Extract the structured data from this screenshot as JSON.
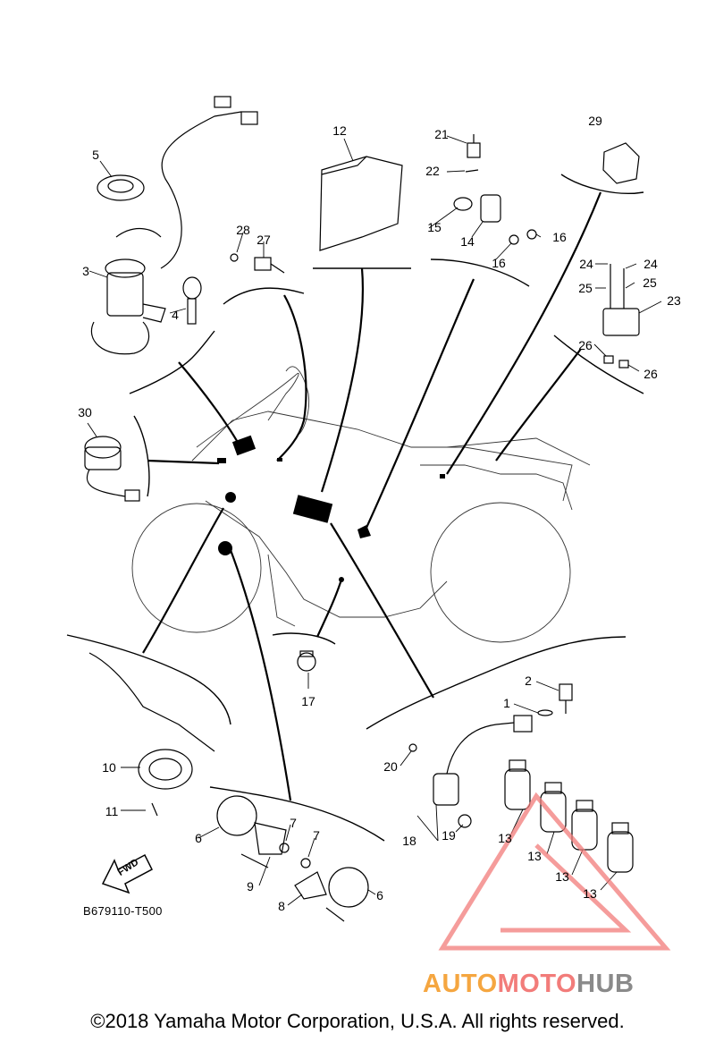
{
  "diagram_code": "B679110-T500",
  "copyright": "©2018 Yamaha Motor Corporation, U.S.A. All rights reserved.",
  "fwd_label": "FWD",
  "watermark": {
    "part1": "AUTO",
    "part2": "MOTO",
    "part3": "HUB"
  },
  "colors": {
    "line": "#000000",
    "watermark_orange": "#f5a640",
    "watermark_red": "#f27c7a",
    "watermark_grey": "#8a8a8a"
  },
  "callouts": [
    {
      "id": "c1",
      "text": "1"
    },
    {
      "id": "c2",
      "text": "2"
    },
    {
      "id": "c3",
      "text": "3"
    },
    {
      "id": "c4",
      "text": "4"
    },
    {
      "id": "c5",
      "text": "5"
    },
    {
      "id": "c6a",
      "text": "6"
    },
    {
      "id": "c6b",
      "text": "6"
    },
    {
      "id": "c7a",
      "text": "7"
    },
    {
      "id": "c7b",
      "text": "7"
    },
    {
      "id": "c8",
      "text": "8"
    },
    {
      "id": "c9",
      "text": "9"
    },
    {
      "id": "c10",
      "text": "10"
    },
    {
      "id": "c11",
      "text": "11"
    },
    {
      "id": "c12",
      "text": "12"
    },
    {
      "id": "c13a",
      "text": "13"
    },
    {
      "id": "c13b",
      "text": "13"
    },
    {
      "id": "c13c",
      "text": "13"
    },
    {
      "id": "c13d",
      "text": "13"
    },
    {
      "id": "c14",
      "text": "14"
    },
    {
      "id": "c15",
      "text": "15"
    },
    {
      "id": "c16a",
      "text": "16"
    },
    {
      "id": "c16b",
      "text": "16"
    },
    {
      "id": "c17",
      "text": "17"
    },
    {
      "id": "c18",
      "text": "18"
    },
    {
      "id": "c19",
      "text": "19"
    },
    {
      "id": "c20",
      "text": "20"
    },
    {
      "id": "c21",
      "text": "21"
    },
    {
      "id": "c22",
      "text": "22"
    },
    {
      "id": "c23",
      "text": "23"
    },
    {
      "id": "c24a",
      "text": "24"
    },
    {
      "id": "c24b",
      "text": "24"
    },
    {
      "id": "c25a",
      "text": "25"
    },
    {
      "id": "c25b",
      "text": "25"
    },
    {
      "id": "c26a",
      "text": "26"
    },
    {
      "id": "c26b",
      "text": "26"
    },
    {
      "id": "c27",
      "text": "27"
    },
    {
      "id": "c28",
      "text": "28"
    },
    {
      "id": "c29",
      "text": "29"
    },
    {
      "id": "c30",
      "text": "30"
    }
  ]
}
